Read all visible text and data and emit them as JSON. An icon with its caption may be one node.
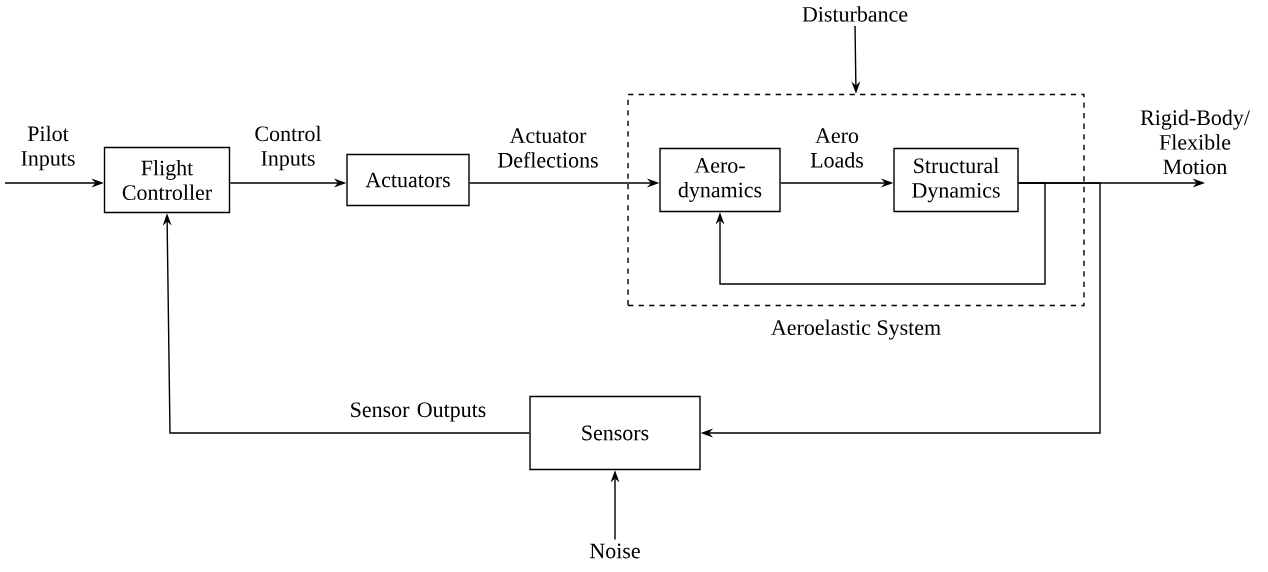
{
  "diagram": {
    "nodes": [
      {
        "text": [
          "Flight Controller"
        ]
      },
      {
        "text": [
          "Actuators"
        ]
      },
      {
        "text": [
          "Aeroelastic System"
        ]
      },
      {
        "text": [
          "Aero-dynamics"
        ],
        "in": 2
      },
      {
        "text": [
          "Structural Dynamics"
        ],
        "in": 2
      },
      {
        "text": [
          "Sensors"
        ]
      },
      {
        "text": [
          "Disturbance"
        ]
      },
      {
        "text": [
          "Noise"
        ]
      }
    ],
    "edges": [
      {
        "from": null,
        "to": 0,
        "arrow": "to",
        "label": "Pilot Inputs"
      },
      {
        "from": 0,
        "to": 1,
        "arrow": "to",
        "label": "Control Inputs"
      },
      {
        "from": 1,
        "to": 3,
        "arrow": "to",
        "label": "Actuator Deflections"
      },
      {
        "from": 3,
        "to": 4,
        "arrow": "to",
        "label": "Aero Loads"
      },
      {
        "from": 4,
        "to": 3,
        "arrow": "to"
      },
      {
        "from": 4,
        "to": null,
        "arrow": "to",
        "label": "Rigid-Body/ Flexible Motion"
      },
      {
        "from": 4,
        "to": 5,
        "arrow": "to"
      },
      {
        "from": 5,
        "to": 0,
        "arrow": "to",
        "label": "Sensor Outputs"
      },
      {
        "from": 6,
        "to": 2,
        "arrow": "to"
      },
      {
        "from": 7,
        "to": 5,
        "arrow": "to"
      }
    ]
  }
}
